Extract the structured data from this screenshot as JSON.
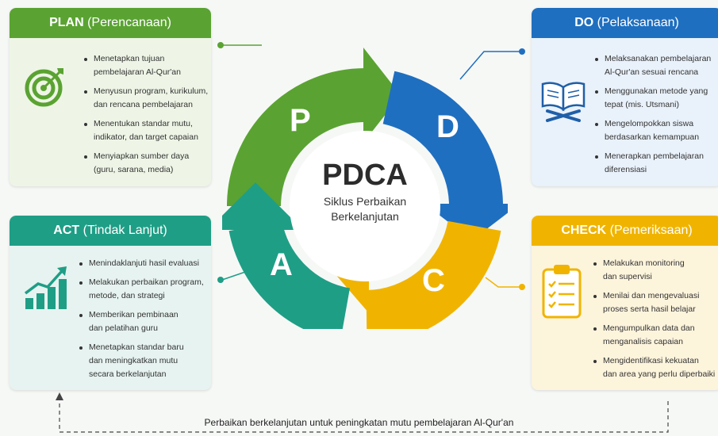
{
  "center": {
    "title": "PDCA",
    "subtitle_line1": "Siklus Perbaikan",
    "subtitle_line2": "Berkelanjutan"
  },
  "letters": {
    "p": "P",
    "d": "D",
    "c": "C",
    "a": "A"
  },
  "plan": {
    "title": "PLAN",
    "subtitle": "(Perencanaan)",
    "color": "#5aa332",
    "items": [
      [
        "Menetapkan tujuan",
        "pembelajaran Al-Qur'an"
      ],
      [
        "Menyusun program, kurikulum,",
        "dan rencana pembelajaran"
      ],
      [
        "Menentukan standar mutu,",
        "indikator, dan target capaian"
      ],
      [
        "Menyiapkan sumber daya",
        "(guru, sarana, media)"
      ]
    ]
  },
  "do": {
    "title": "DO",
    "subtitle": "(Pelaksanaan)",
    "color": "#1f6fc0",
    "items": [
      [
        "Melaksanakan pembelajaran",
        "Al-Qur'an sesuai rencana"
      ],
      [
        "Menggunakan metode yang",
        "tepat (mis. Utsmani)"
      ],
      [
        "Mengelompokkan siswa",
        "berdasarkan kemampuan"
      ],
      [
        "Menerapkan pembelajaran",
        "diferensiasi"
      ]
    ]
  },
  "act": {
    "title": "ACT",
    "subtitle": "(Tindak Lanjut)",
    "color": "#1f9e86",
    "items": [
      [
        "Menindaklanjuti hasil evaluasi"
      ],
      [
        "Melakukan perbaikan program,",
        "metode, dan strategi"
      ],
      [
        "Memberikan pembinaan",
        "dan pelatihan guru"
      ],
      [
        "Menetapkan standar baru",
        "dan meningkatkan mutu",
        "secara berkelanjutan"
      ]
    ]
  },
  "check": {
    "title": "CHECK",
    "subtitle": "(Pemeriksaan)",
    "color": "#f0b400",
    "items": [
      [
        "Melakukan monitoring",
        "dan supervisi"
      ],
      [
        "Menilai dan mengevaluasi",
        "proses serta hasil belajar"
      ],
      [
        "Mengumpulkan data dan",
        "menganalisis capaian"
      ],
      [
        "Mengidentifikasi kekuatan",
        "dan area yang perlu diperbaiki"
      ]
    ]
  },
  "icons": {
    "plan": "target-icon",
    "do": "quran-book-icon",
    "act": "growth-chart-icon",
    "check": "clipboard-checklist-icon"
  },
  "footer": "Perbaikan berkelanjutan untuk peningkatan mutu pembelajaran Al-Qur'an"
}
